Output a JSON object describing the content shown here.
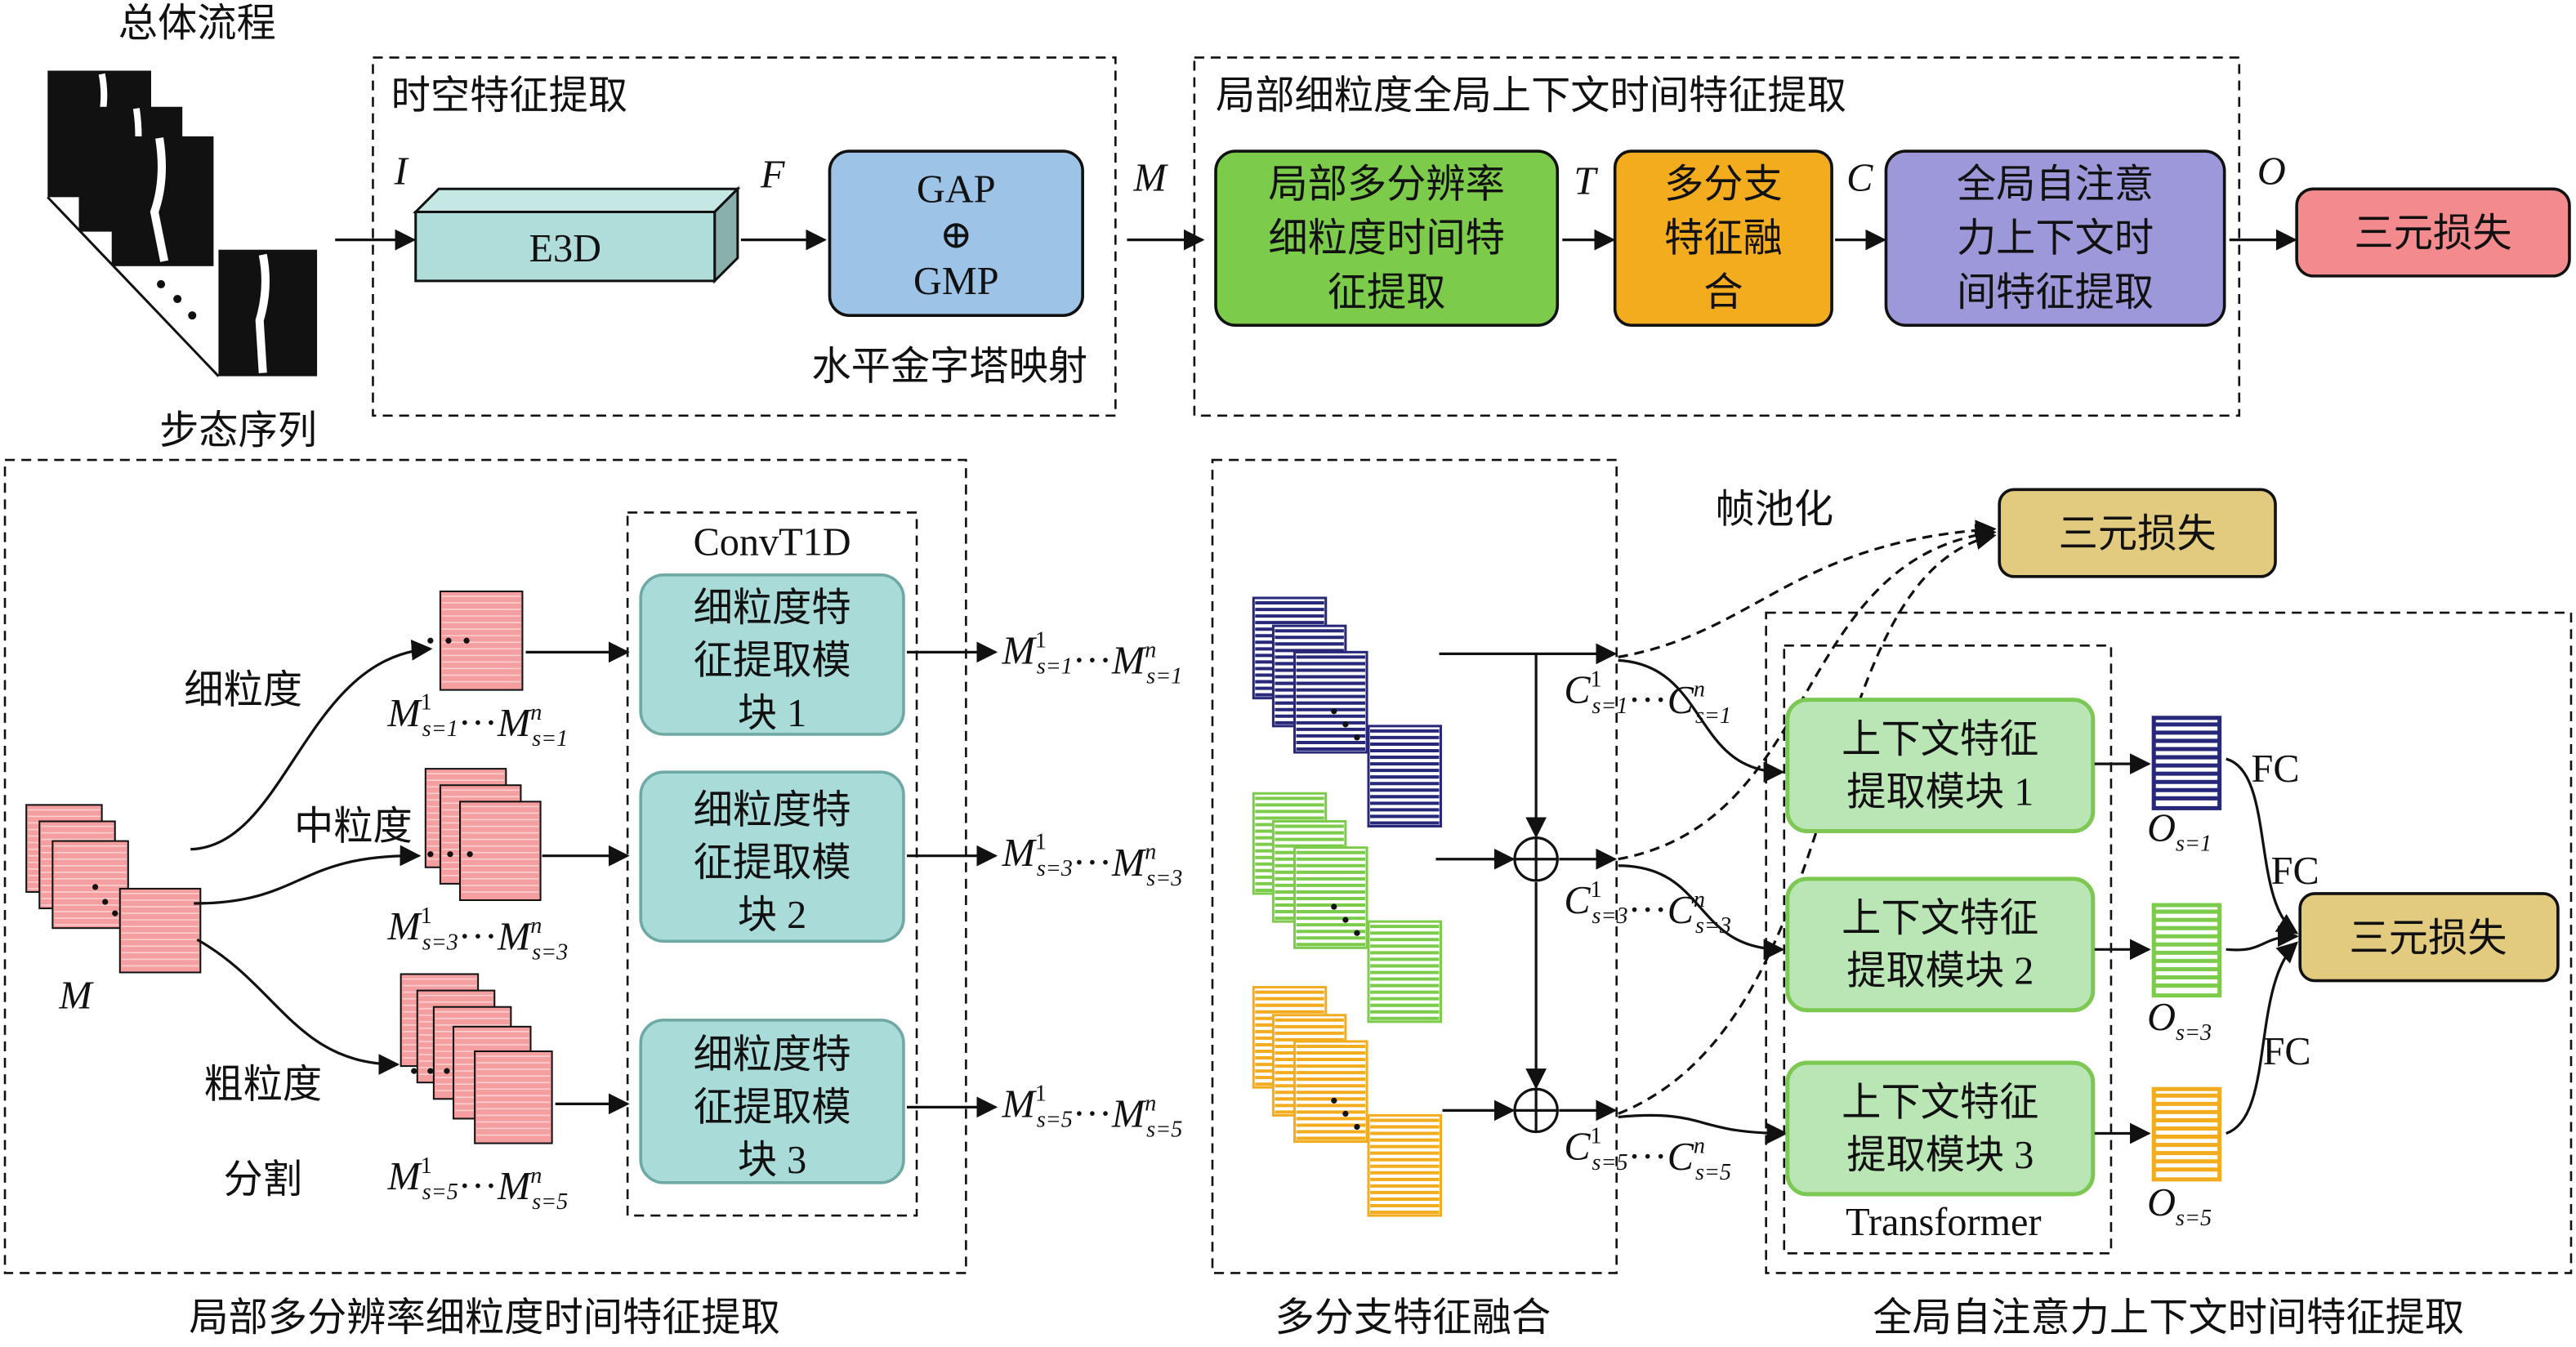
{
  "overview": {
    "title": "总体流程",
    "sequence_label": "步态序列"
  },
  "stage1": {
    "title": "时空特征提取",
    "input_symbol": "I",
    "e3d": "E3D",
    "feature_symbol": "F",
    "gap": "GAP",
    "oplus": "⊕",
    "gmp": "GMP",
    "pyramid_label": "水平金字塔映射"
  },
  "stage2": {
    "title": "局部细粒度全局上下文时间特征提取",
    "input_symbol": "M",
    "local_box": [
      "局部多分辨率",
      "细粒度时间特",
      "征提取"
    ],
    "t_symbol": "T",
    "fusion_box": [
      "多分支",
      "特征融",
      "合"
    ],
    "c_symbol": "C",
    "global_box": [
      "全局自注意",
      "力上下文时",
      "间特征提取"
    ],
    "o_symbol": "O",
    "loss": "三元损失"
  },
  "local_panel": {
    "caption": "局部多分辨率细粒度时间特征提取",
    "m_symbol": "M",
    "fine": "细粒度",
    "medium": "中粒度",
    "coarse": "粗粒度",
    "split": "分割",
    "conv_title": "ConvT1D",
    "modules": [
      [
        "细粒度特",
        "征提取模",
        "块 1"
      ],
      [
        "细粒度特",
        "征提取模",
        "块 2"
      ],
      [
        "细粒度特",
        "征提取模",
        "块 3"
      ]
    ],
    "split_labels": [
      {
        "sym": "M",
        "sub": "s=1"
      },
      {
        "sym": "M",
        "sub": "s=3"
      },
      {
        "sym": "M",
        "sub": "s=5"
      }
    ],
    "out_labels": [
      {
        "sym": "M",
        "sub": "s=1"
      },
      {
        "sym": "M",
        "sub": "s=3"
      },
      {
        "sym": "M",
        "sub": "s=5"
      }
    ]
  },
  "fusion_panel": {
    "caption": "多分支特征融合",
    "c_labels": [
      {
        "sym": "C",
        "sub": "s=1"
      },
      {
        "sym": "C",
        "sub": "s=3"
      },
      {
        "sym": "C",
        "sub": "s=5"
      }
    ]
  },
  "global_panel": {
    "caption": "全局自注意力上下文时间特征提取",
    "frame_pooling": "帧池化",
    "loss_top": "三元损失",
    "loss_right": "三元损失",
    "transformer": "Transformer",
    "modules": [
      [
        "上下文特征",
        "提取模块 1"
      ],
      [
        "上下文特征",
        "提取模块 2"
      ],
      [
        "上下文特征",
        "提取模块 3"
      ]
    ],
    "o_labels": [
      {
        "sym": "O",
        "sub": "s=1"
      },
      {
        "sym": "O",
        "sub": "s=3"
      },
      {
        "sym": "O",
        "sub": "s=5"
      }
    ],
    "fc": [
      "FC",
      "FC",
      "FC"
    ]
  },
  "math": {
    "sup_first": "1",
    "sup_last": "n",
    "ellipsis": "···"
  },
  "colors": {
    "e3d": "#b0ddd9",
    "gap_gmp": "#9dc3e6",
    "local_box": "#7dcb4b",
    "fusion_box": "#f2ac1e",
    "global_box": "#9c98d9",
    "loss_pink": "#f28a8e",
    "loss_gold": "#e2ca7e",
    "teal_module": "#a9dcd8",
    "context_module": "#b9e6b4",
    "blue_branch": "#27287a",
    "green_branch": "#7dcb4b",
    "orange_branch": "#f2ac1e",
    "pink_cards": "#f49ea0"
  }
}
